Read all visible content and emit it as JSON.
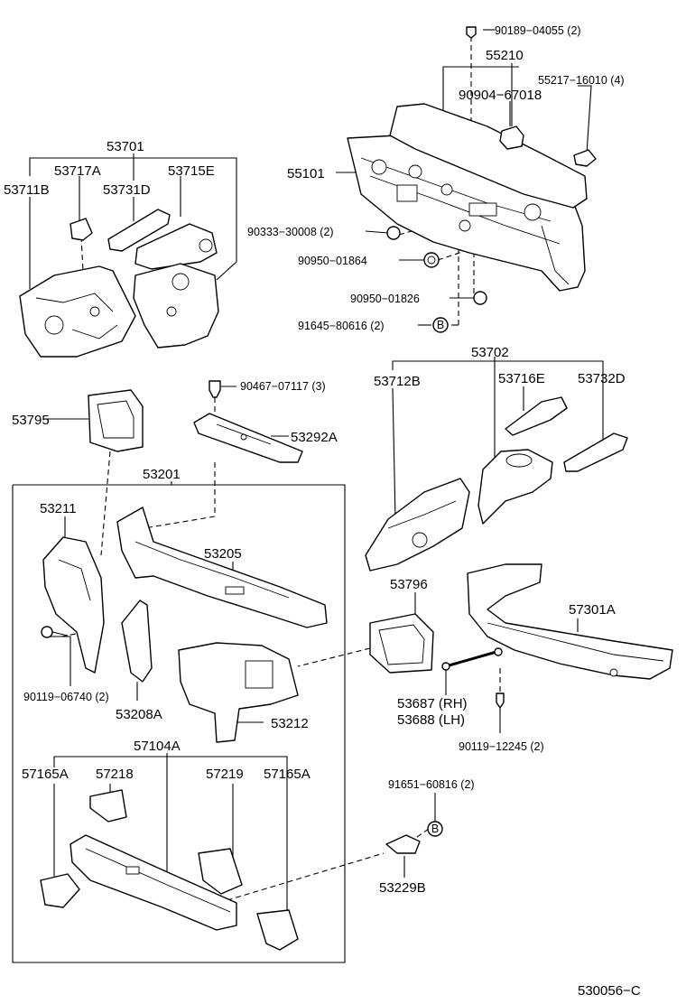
{
  "parts": {
    "p90189": "90189−04055 (2)",
    "p55210": "55210",
    "p55217": "55217−16010 (4)",
    "p90904": "90904−67018",
    "p55101": "55101",
    "p90333": "90333−30008 (2)",
    "p90950a": "90950−01864",
    "p90950b": "90950−01826",
    "p91645": "91645−80616 (2)",
    "p53701": "53701",
    "p53717A": "53717A",
    "p53715E": "53715E",
    "p53711B": "53711B",
    "p53731D": "53731D",
    "p53702": "53702",
    "p53712B": "53712B",
    "p53716E": "53716E",
    "p53732D": "53732D",
    "p90467": "90467−07117 (3)",
    "p53795": "53795",
    "p53292A": "53292A",
    "p53201": "53201",
    "p53211": "53211",
    "p53205": "53205",
    "p53796": "53796",
    "p57301A": "57301A",
    "p90119a": "90119−06740 (2)",
    "p53208A": "53208A",
    "p53212": "53212",
    "p53687": "53687 (RH)",
    "p53688": "53688 (LH)",
    "p90119b": "90119−12245 (2)",
    "p57104A": "57104A",
    "p57165Aa": "57165A",
    "p57218": "57218",
    "p57219": "57219",
    "p57165Ab": "57165A",
    "p91651": "91651−60816 (2)",
    "p53229B": "53229B"
  },
  "markers": {
    "b1": "B",
    "b2": "B"
  },
  "drawing_code": "530056−C"
}
